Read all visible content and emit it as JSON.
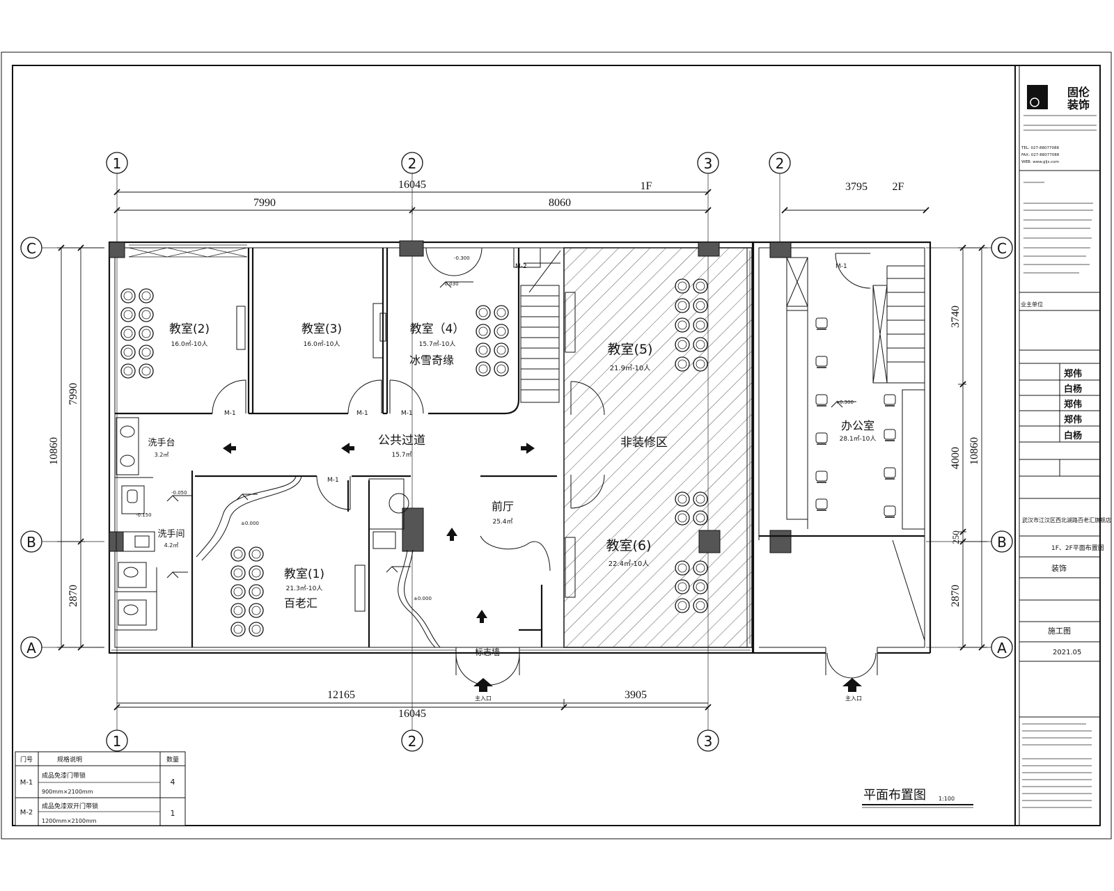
{
  "drawing": {
    "title": "平面布置图",
    "scale": "1:100",
    "floor_labels": [
      "1F",
      "2F"
    ]
  },
  "grid": {
    "columns": [
      "1",
      "2",
      "3"
    ],
    "columns_2f": [
      "2"
    ],
    "rows": [
      "A",
      "B",
      "C"
    ]
  },
  "dimensions": {
    "top_total": "16045",
    "top_left": "7990",
    "top_right": "8060",
    "top_2f": "3795",
    "bottom_left": "12165",
    "bottom_right": "3905",
    "bottom_total": "16045",
    "left_total": "10860",
    "left_upper": "7990",
    "left_lower": "2870",
    "right_total": "10860",
    "right_a": "3740",
    "right_b": "4000",
    "right_c": "250",
    "right_d": "2870"
  },
  "rooms": [
    {
      "name": "教室(2)",
      "area": "16.0㎡-10人"
    },
    {
      "name": "教室(3)",
      "area": "16.0㎡-10人"
    },
    {
      "name": "教室（4）",
      "area": "15.7㎡-10人",
      "tag": "冰雪奇缘"
    },
    {
      "name": "教室(5)",
      "area": "21.9㎡-10人"
    },
    {
      "name": "非装修区",
      "area": ""
    },
    {
      "name": "教室(6)",
      "area": "22.4㎡-10人"
    },
    {
      "name": "公共过道",
      "area": "15.7㎡"
    },
    {
      "name": "洗手台",
      "area": "3.2㎡"
    },
    {
      "name": "洗手间",
      "area": "4.2㎡"
    },
    {
      "name": "教室(1)",
      "area": "21.3㎡-10人",
      "tag": "百老汇"
    },
    {
      "name": "前厅",
      "area": "25.4㎡"
    },
    {
      "name": "办公室",
      "area": "28.1㎡-10人"
    }
  ],
  "labels": {
    "door_m1": "M-1",
    "door_m2": "M-2",
    "entrance": "主入口",
    "signage": "标志墙"
  },
  "levels": [
    "-0.300",
    "-0.030",
    "-0.050",
    "±0.000",
    "-0.150",
    "±0.000",
    "+0.300"
  ],
  "door_schedule": {
    "headers": [
      "门号",
      "规格说明",
      "数量"
    ],
    "rows": [
      {
        "id": "M-1",
        "desc": "成品免漆门带锁",
        "size": "900mm×2100mm",
        "qty": "4"
      },
      {
        "id": "M-2",
        "desc": "成品免漆双开门带锁",
        "size": "1200mm×2100mm",
        "qty": "1"
      }
    ]
  },
  "title_block": {
    "company_line1": "固伦",
    "company_line2": "装饰",
    "phone": "TEL: 027-88077088",
    "fax": "FAX: 027-88077088",
    "web": "WEB: www.gljs.com",
    "client_label": "业主单位",
    "project": "武汉市江汉区西北湖路百老汇旗舰店",
    "drawing_name": "1F、2F平面布置图",
    "discipline": "装饰",
    "stage": "施工图",
    "date": "2021.05",
    "signatures": [
      "郑伟",
      "白杨",
      "郑伟",
      "郑伟",
      "白杨"
    ]
  },
  "colors": {
    "line": "#111111",
    "column_fill": "#555555",
    "background": "#ffffff"
  }
}
